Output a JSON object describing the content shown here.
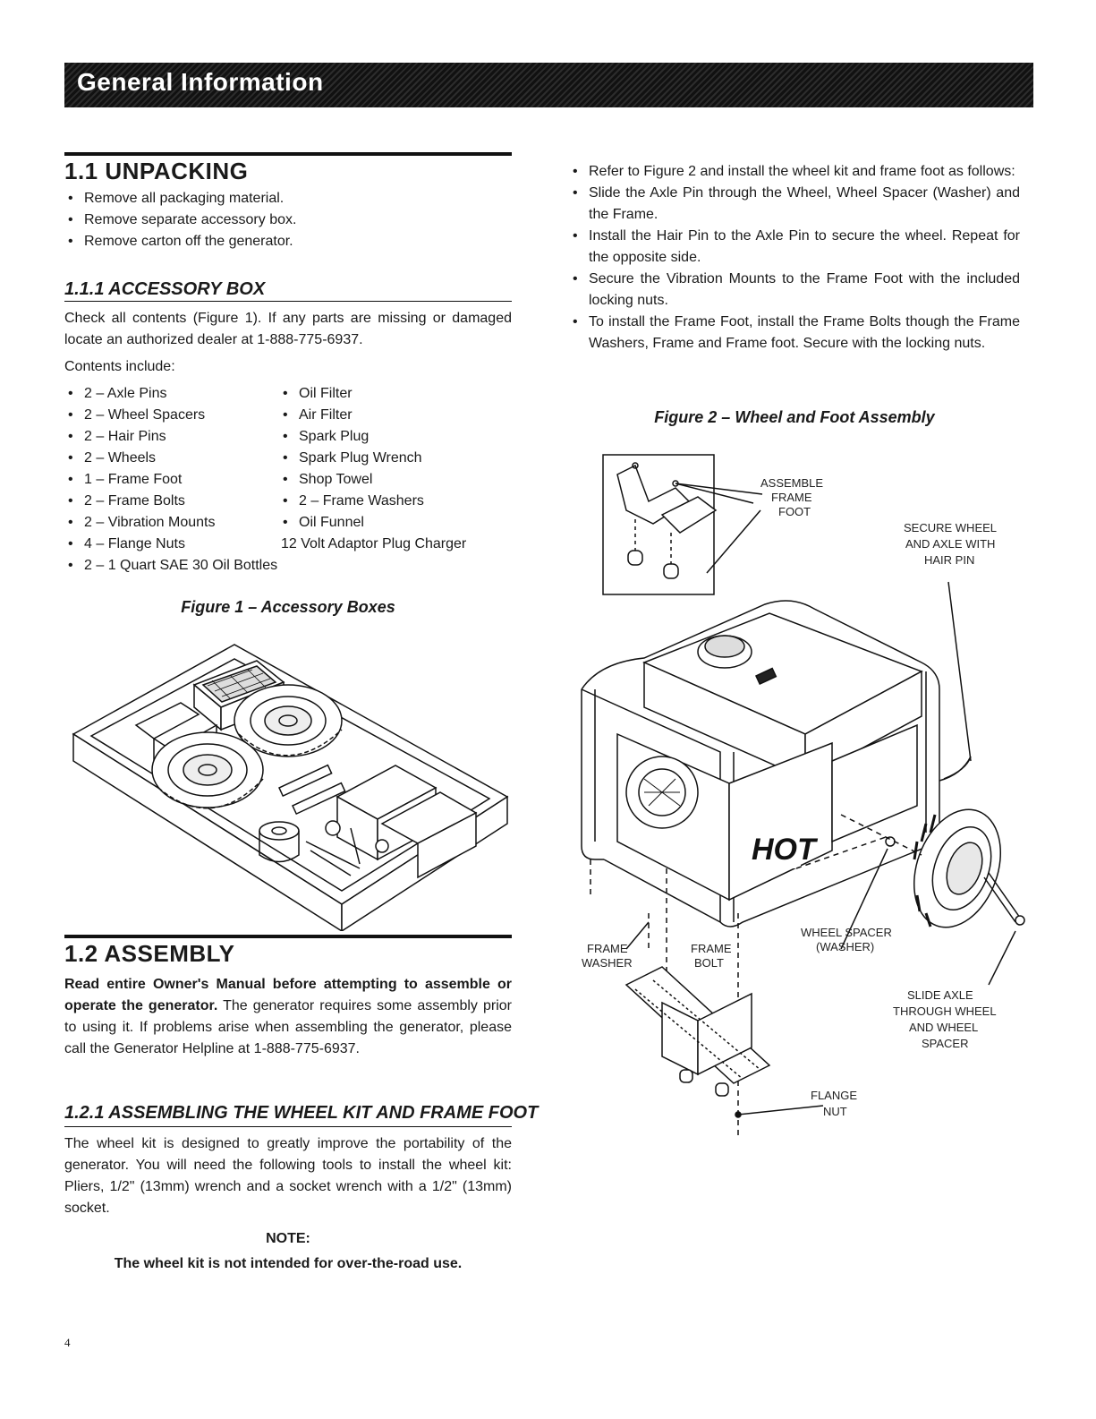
{
  "banner": {
    "title": "General Information"
  },
  "unpacking": {
    "heading": "1.1 UNPACKING",
    "items": [
      "Remove all packaging material.",
      "Remove separate accessory box.",
      "Remove carton off the generator."
    ]
  },
  "accessory_box": {
    "heading": "1.1.1 ACCESSORY BOX",
    "paragraph": "Check all contents (Figure 1). If any parts are missing or damaged locate an authorized dealer at 1-888-775-6937.",
    "contents_intro": "Contents include:",
    "left_items": [
      "2 – Axle Pins",
      "2 – Wheel Spacers",
      "2 – Hair Pins",
      "2 – Wheels",
      "1 – Frame Foot",
      "2 – Frame Bolts",
      "2 – Vibration Mounts",
      "4 – Flange Nuts",
      "2 – 1 Quart SAE 30 Oil Bottles"
    ],
    "right_items": [
      "Oil Filter",
      "Air Filter",
      "Spark Plug",
      "Spark Plug Wrench",
      "Shop Towel",
      "2 – Frame Washers",
      "Oil Funnel",
      "12 Volt Adaptor Plug Charger"
    ],
    "figure_caption": "Figure 1 – Accessory Boxes"
  },
  "assembly": {
    "heading": "1.2 ASSEMBLY",
    "bold_lead": "Read entire Owner's Manual before attempting to assemble or operate the generator.",
    "paragraph": " The generator requires some assembly prior to using it. If problems arise when assembling the generator, please call the Generator Helpline at 1-888-775-6937."
  },
  "wheel_kit": {
    "heading": "1.2.1 ASSEMBLING THE WHEEL KIT AND FRAME FOOT",
    "paragraph": "The wheel kit is designed to greatly improve the portability of the generator. You will need the following tools to install the wheel kit: Pliers, 1/2\" (13mm) wrench and a socket wrench with a 1/2\" (13mm) socket.",
    "note_title": "NOTE:",
    "note_text": "The wheel kit is not intended for over-the-road use."
  },
  "steps": [
    "Refer to Figure 2 and install the wheel kit and frame foot as follows:",
    "Slide the Axle Pin through the Wheel, Wheel Spacer (Washer) and the Frame.",
    "Install the Hair Pin to the Axle Pin to secure the wheel. Repeat for the opposite side.",
    "Secure the Vibration Mounts to the Frame Foot with the included locking nuts.",
    "To install the Frame Foot, install the Frame Bolts though the Frame Washers, Frame and Frame foot. Secure with the locking nuts."
  ],
  "figure2": {
    "caption": "Figure 2 – Wheel and Foot Assembly",
    "labels": {
      "assemble_1": "ASSEMBLE",
      "assemble_2": "FRAME",
      "assemble_3": "FOOT",
      "secure_1": "SECURE WHEEL",
      "secure_2": "AND AXLE WITH",
      "secure_3": "HAIR PIN",
      "hot": "HOT",
      "spacer_1": "WHEEL SPACER",
      "spacer_2": "(WASHER)",
      "washer_1": "FRAME",
      "washer_2": "WASHER",
      "bolt_1": "FRAME",
      "bolt_2": "BOLT",
      "slide_1": "SLIDE AXLE",
      "slide_2": "THROUGH WHEEL",
      "slide_3": "AND WHEEL",
      "slide_4": "SPACER",
      "flange_1": "FLANGE",
      "flange_2": "NUT"
    }
  },
  "page_number": "4"
}
